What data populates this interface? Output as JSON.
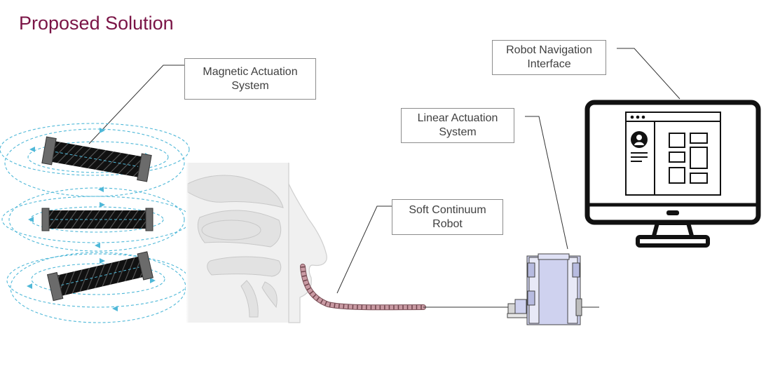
{
  "title": "Proposed Solution",
  "labels": {
    "magnetic_actuation": [
      "Magnetic Actuation",
      "System"
    ],
    "robot_navigation": [
      "Robot Navigation",
      "Interface"
    ],
    "linear_actuation": [
      "Linear Actuation",
      "System"
    ],
    "soft_continuum": [
      "Soft Continuum",
      "Robot"
    ]
  },
  "colors": {
    "title": "#7a1446",
    "field_lines": "#4fb8d8",
    "robot_body": "#c99aa3",
    "actuator": "#cfd2ef",
    "monitor": "#111111"
  },
  "icons": [
    "magnetic-field-icon",
    "electromagnet-icon",
    "head-sagittal-icon",
    "soft-robot-icon",
    "linear-actuator-icon",
    "monitor-icon",
    "avatar-icon"
  ]
}
